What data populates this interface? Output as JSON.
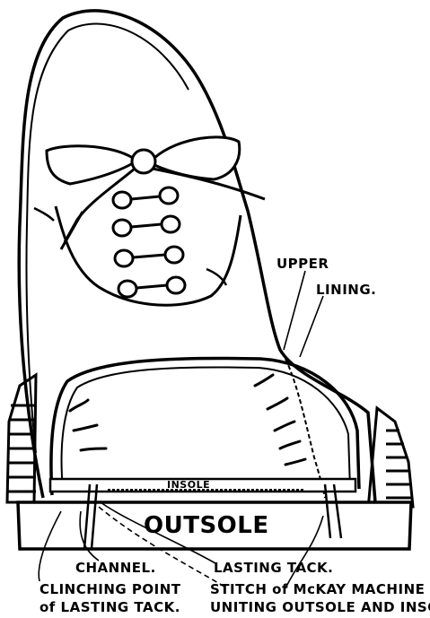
{
  "labels": {
    "upper": "UPPER",
    "lining": "LINING.",
    "insole": "INSOLE",
    "outsole": "OUTSOLE",
    "channel": "CHANNEL.",
    "lasting_tack": "LASTING TACK.",
    "clinching_line1": "CLINCHING POINT",
    "clinching_line2": "of LASTING TACK.",
    "stitch_line1": "STITCH of McKAY MACHINE",
    "stitch_line2": "UNITING OUTSOLE AND INSOLE."
  },
  "colors": {
    "ink": "#000000",
    "paper": "#ffffff"
  }
}
